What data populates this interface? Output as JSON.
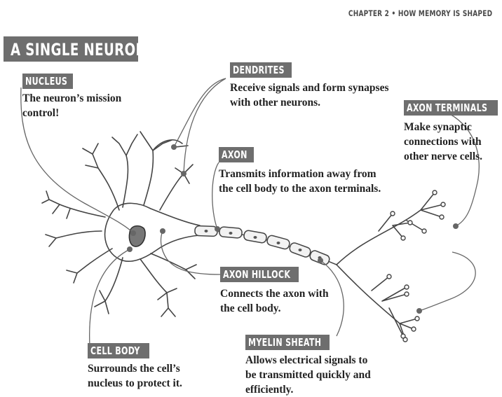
{
  "header": {
    "chapter": "CHAPTER 2 • HOW MEMORY IS SHAPED"
  },
  "title": "A SINGLE NEURON",
  "labels": {
    "nucleus": {
      "tag": "NUCLEUS",
      "desc": "The neuron’s mission control!"
    },
    "dendrites": {
      "tag": "DENDRITES",
      "desc": "Receive signals and form synapses with other neurons."
    },
    "axon": {
      "tag": "AXON",
      "desc": "Transmits information away from the cell body to the axon terminals."
    },
    "axon_terminals": {
      "tag": "AXON TERMINALS",
      "desc": "Make synaptic connections with other nerve cells."
    },
    "axon_hillock": {
      "tag": "AXON HILLOCK",
      "desc": "Connects the axon with the cell body."
    },
    "cell_body": {
      "tag": "CELL BODY",
      "desc": "Surrounds the cell’s nucleus to protect it."
    },
    "myelin_sheath": {
      "tag": "MYELIN SHEATH",
      "desc": "Allows electrical signals to be transmitted quickly and efficiently."
    }
  },
  "colors": {
    "tag_bg": "#6e6e6e",
    "line": "#555555",
    "dot": "#666666",
    "nucleus_fill": "#777777"
  }
}
